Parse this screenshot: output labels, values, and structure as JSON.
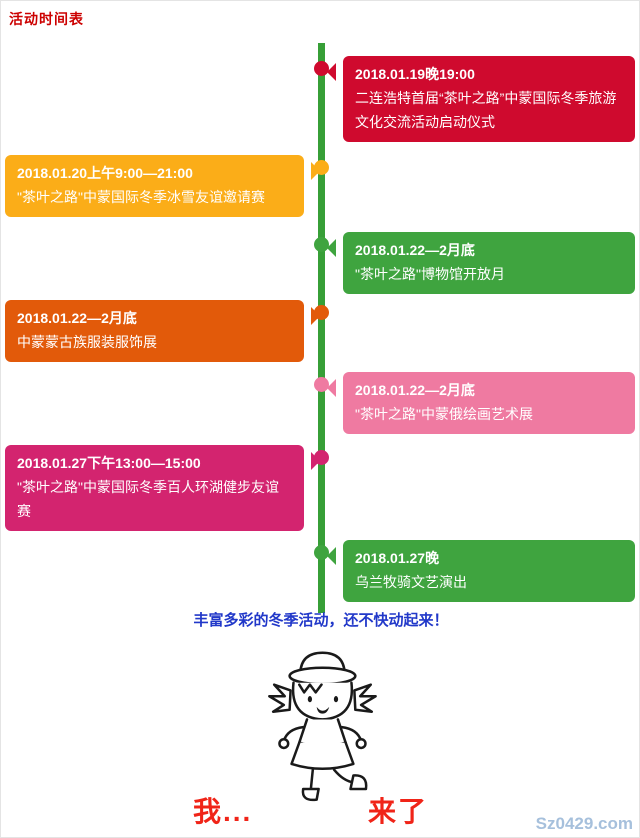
{
  "page": {
    "title": "活动时间表",
    "closing_note": "丰富多彩的冬季活动，还不快动起来！",
    "mascot": {
      "icon": "cartoon-girl-line-art",
      "left_text": "我...",
      "right_text": "来了"
    },
    "watermark": "Sz0429.com"
  },
  "colors": {
    "title_red": "#cc0000",
    "note_blue": "#2138c9",
    "cry_red": "#f02418",
    "watermark_blue": "#a6c0dc"
  },
  "timeline": {
    "line_color": "#379f37",
    "events": [
      {
        "side": "right",
        "color": "#cf0a2e",
        "time": "2018.01.19晚19:00",
        "desc": "二连浩特首届“茶叶之路”中蒙国际冬季旅游文化交流活动启动仪式"
      },
      {
        "side": "left",
        "color": "#fbad18",
        "time": "2018.01.20上午9:00—21:00",
        "desc": "\"茶叶之路\"中蒙国际冬季冰雪友谊邀请赛"
      },
      {
        "side": "right",
        "color": "#3fa43f",
        "time": "2018.01.22—2月底",
        "desc": "\"茶叶之路\"博物馆开放月"
      },
      {
        "side": "left",
        "color": "#e25a0a",
        "time": "2018.01.22—2月底",
        "desc": "中蒙蒙古族服装服饰展"
      },
      {
        "side": "right",
        "color": "#ef7aa1",
        "time": "2018.01.22—2月底",
        "desc": "\"茶叶之路\"中蒙俄绘画艺术展"
      },
      {
        "side": "left",
        "color": "#d3246f",
        "time": "2018.01.27下午13:00—15:00",
        "desc": "\"茶叶之路\"中蒙国际冬季百人环湖健步友谊赛"
      },
      {
        "side": "right",
        "color": "#3fa43f",
        "time": "2018.01.27晚",
        "desc": "乌兰牧骑文艺演出"
      }
    ]
  }
}
